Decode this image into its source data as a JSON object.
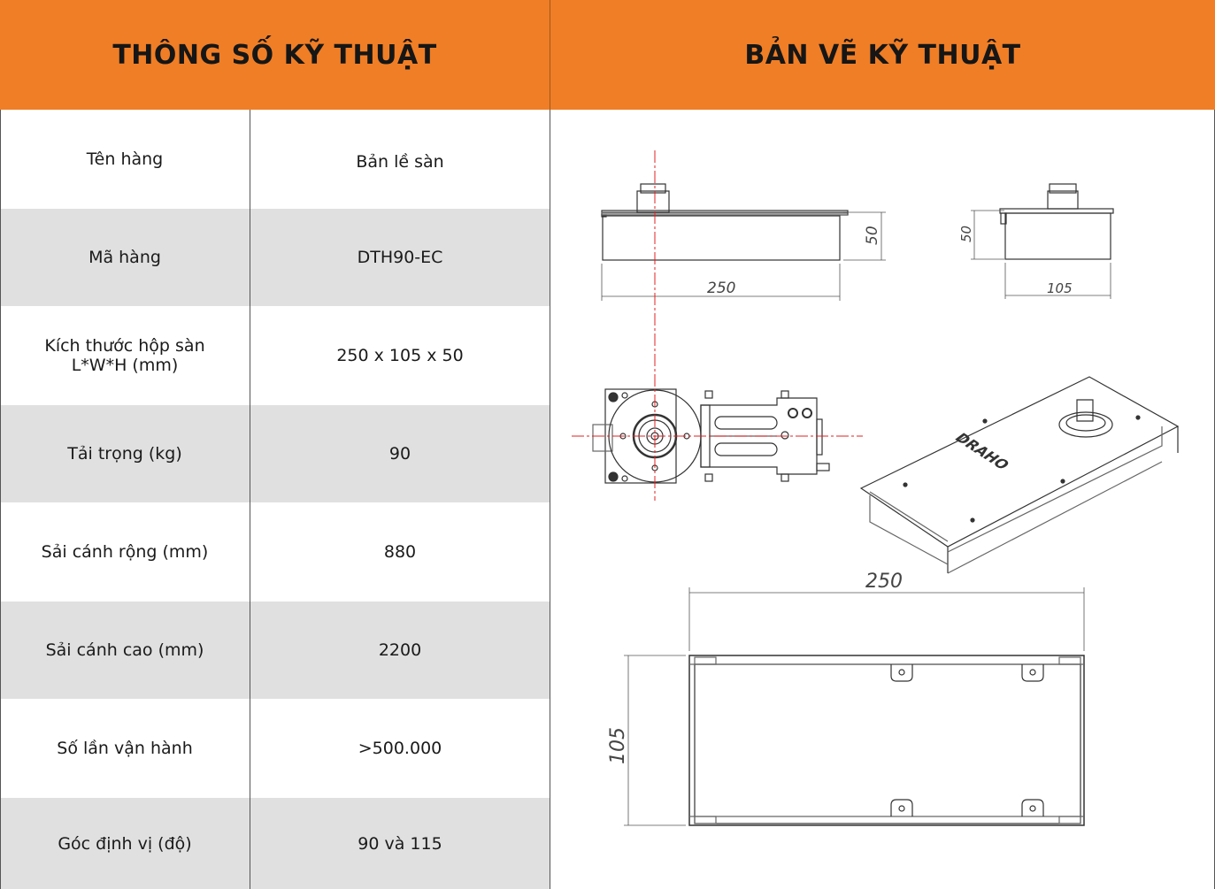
{
  "header": {
    "specs_title": "THÔNG SỐ KỸ THUẬT",
    "drawing_title": "BẢN VẼ KỸ THUẬT"
  },
  "specs": [
    {
      "label": "Tên hàng",
      "value": "Bản lề sàn"
    },
    {
      "label": "Mã hàng",
      "value": "DTH90-EC"
    },
    {
      "label": "Kích thước hộp sàn\nL*W*H (mm)",
      "value": "250 x 105 x 50"
    },
    {
      "label": "Tải trọng (kg)",
      "value": "90"
    },
    {
      "label": "Sải cánh rộng (mm)",
      "value": "880"
    },
    {
      "label": "Sải cánh cao (mm)",
      "value": "2200"
    },
    {
      "label": "Số lần vận hành",
      "value": ">500.000"
    },
    {
      "label": "Góc định vị (độ)",
      "value": "90 và 115"
    }
  ],
  "drawing": {
    "front_length": "250",
    "front_height": "50",
    "side_height": "50",
    "side_width": "105",
    "plan_length": "250",
    "plan_width": "105",
    "brand_text": "DRAHO"
  },
  "colors": {
    "header_bg": "#f07e26",
    "row_shade": "#e0e0e0",
    "centerline": "#e02020"
  }
}
